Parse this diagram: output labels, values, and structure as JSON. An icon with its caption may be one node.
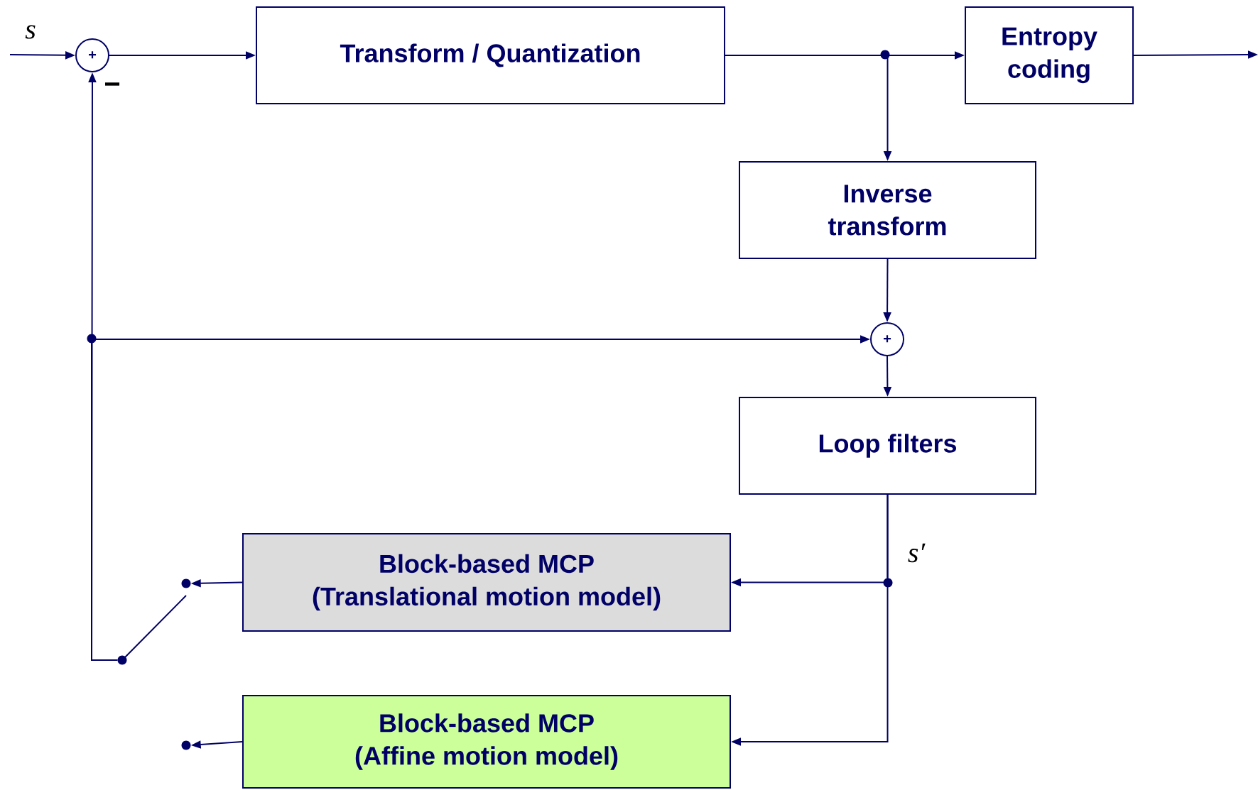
{
  "diagram": {
    "nodes": [
      {
        "text": [
          "+"
        ]
      },
      {
        "text": [
          "Transform / Quantization"
        ]
      },
      {
        "text": [
          "Entropy coding"
        ]
      },
      {
        "text": [
          "Inverse transform"
        ]
      },
      {
        "text": [
          "+"
        ]
      },
      {
        "text": [
          "Loop filters"
        ]
      },
      {
        "text": [
          "Block-based MCP",
          "(Translational motion model)"
        ]
      },
      {
        "text": [
          "Block-based MCP",
          "(Affine motion model)"
        ]
      },
      {
        "text": [],
        "shape": "circle"
      },
      {
        "text": [],
        "shape": "circle"
      },
      {
        "text": [],
        "shape": "circle"
      }
    ],
    "edges": [
      {
        "from": null,
        "to": 0,
        "arrow": "to"
      },
      {
        "from": 0,
        "to": 1,
        "arrow": "to"
      },
      {
        "from": 1,
        "to": 2,
        "arrow": "to"
      },
      {
        "from": 1,
        "to": 3,
        "arrow": "to"
      },
      {
        "from": 2,
        "to": null,
        "arrow": "to"
      },
      {
        "from": 3,
        "to": 4,
        "arrow": "to"
      },
      {
        "from": 4,
        "to": 5,
        "arrow": "to"
      },
      {
        "from": 5,
        "to": 6,
        "arrow": "to"
      },
      {
        "from": 5,
        "to": 7,
        "arrow": "to"
      },
      {
        "from": 6,
        "to": 8,
        "arrow": "to"
      },
      {
        "from": 7,
        "to": 9,
        "arrow": "to"
      },
      {
        "from": 10,
        "to": 0,
        "arrow": "to"
      },
      {
        "from": 10,
        "to": 4,
        "arrow": "to"
      }
    ],
    "labels": [
      "s",
      "−",
      "s′"
    ]
  }
}
